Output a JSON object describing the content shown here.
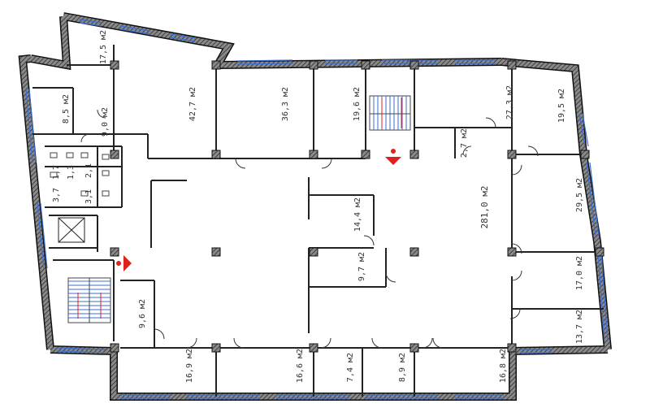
{
  "plan": {
    "room_labels": [
      "17,5 м2",
      "8,5 м2",
      "9,0 м2",
      "42,7 м2",
      "36,3 м2",
      "19,6 м2",
      "27,3 м2",
      "19,5 м2",
      "2,7 м2",
      "1,7",
      "1,3",
      "3,7",
      "2,1",
      "3,1",
      "281,0 м2",
      "29,5 м2",
      "14,4 м2",
      "9,7 м2",
      "17,0 м2",
      "9,6 м2",
      "13,7 м2",
      "16,9 м2",
      "16,6 м2",
      "7,4 м2",
      "8,9 м2",
      "16,8 м2"
    ],
    "colors": {
      "wall": "#555555",
      "wall_edge": "#111111",
      "window": "#3b6fd1",
      "exit_marker": "#e0201b",
      "line": "#222222"
    },
    "symbols": [
      "exit-marker-icon",
      "stair-arrow-icon",
      "elevator-icon",
      "toilet-icon"
    ]
  }
}
